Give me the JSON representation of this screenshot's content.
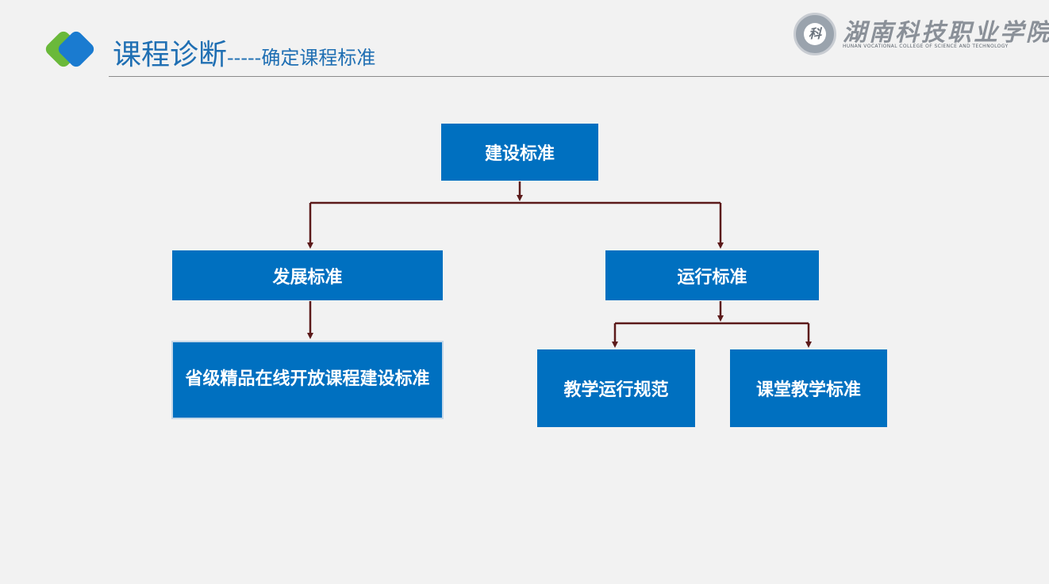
{
  "header": {
    "title_main": "课程诊断",
    "title_sub": "-----确定课程标准",
    "logo": {
      "name": "湖南科技职业学院",
      "name_en": "HUNAN VOCATIONAL COLLEGE OF SCIENCE AND TECHNOLOGY"
    }
  },
  "diagram": {
    "root": "建设标准",
    "development": "发展标准",
    "operation": "运行标准",
    "provincial": "省级精品在线开放课程建设标准",
    "teaching_spec": "教学运行规范",
    "classroom": "课堂教学标准"
  },
  "colors": {
    "node_fill": "#0070c0",
    "connector": "#5c1a1a",
    "title": "#1f6fb3",
    "icon_green": "#6ab93a",
    "icon_blue": "#1a7bd0"
  }
}
